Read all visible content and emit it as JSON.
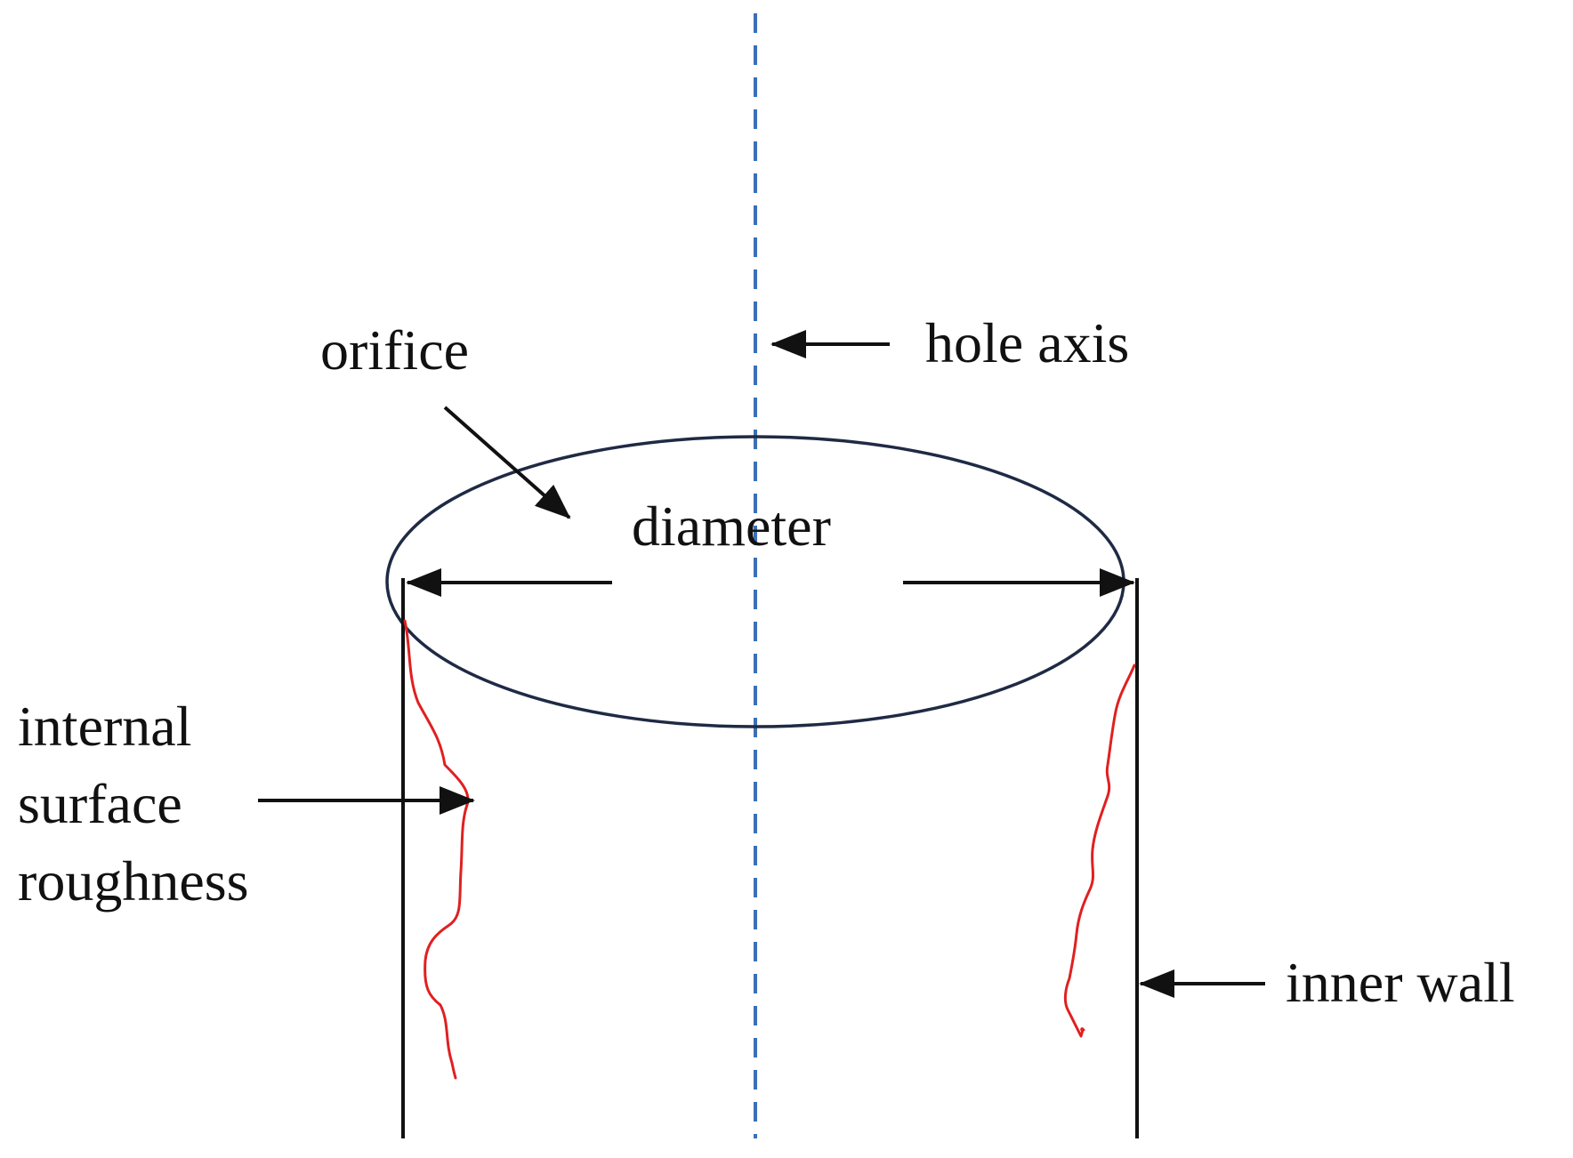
{
  "labels": {
    "orifice": "orifice",
    "hole_axis": "hole axis",
    "diameter": "diameter",
    "internal_line1": "internal",
    "internal_line2": "surface",
    "internal_line3": "roughness",
    "inner_wall": "inner wall"
  },
  "colors": {
    "axis": "#3b6fb6",
    "rim": "#1f2a44",
    "roughness": "#e02020",
    "ink": "#111111"
  }
}
